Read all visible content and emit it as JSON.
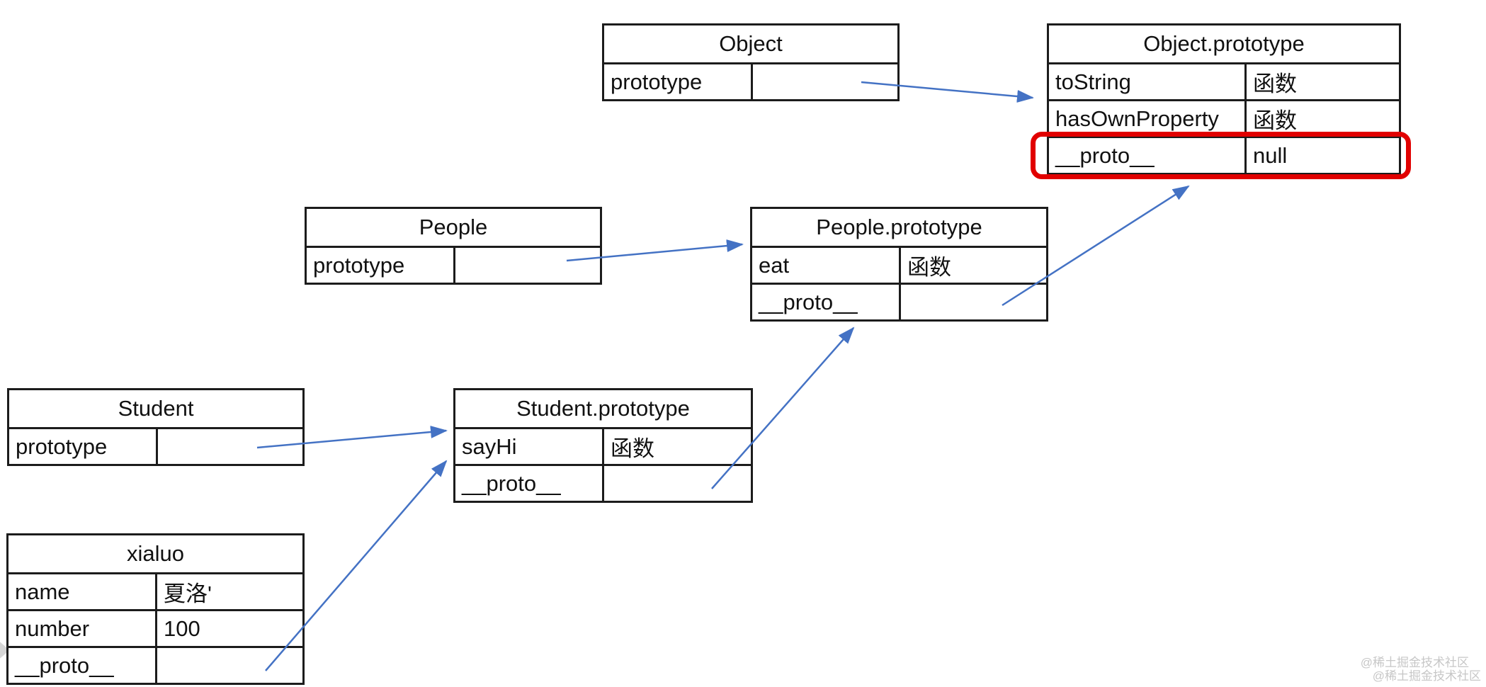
{
  "diagram": {
    "colors": {
      "arrow": "#4472c4",
      "highlight": "#e10000",
      "border": "#1c1c1c",
      "watermark": "#c7c7c7"
    },
    "tables": {
      "object": {
        "title": "Object",
        "rows": [
          {
            "key": "prototype",
            "value": ""
          }
        ]
      },
      "objectPrototype": {
        "title": "Object.prototype",
        "rows": [
          {
            "key": "toString",
            "value": "函数"
          },
          {
            "key": "hasOwnProperty",
            "value": "函数"
          },
          {
            "key": "__proto__",
            "value": "null"
          }
        ]
      },
      "people": {
        "title": "People",
        "rows": [
          {
            "key": "prototype",
            "value": ""
          }
        ]
      },
      "peoplePrototype": {
        "title": "People.prototype",
        "rows": [
          {
            "key": "eat",
            "value": "函数"
          },
          {
            "key": "__proto__",
            "value": ""
          }
        ]
      },
      "student": {
        "title": "Student",
        "rows": [
          {
            "key": "prototype",
            "value": ""
          }
        ]
      },
      "studentPrototype": {
        "title": "Student.prototype",
        "rows": [
          {
            "key": "sayHi",
            "value": "函数"
          },
          {
            "key": "__proto__",
            "value": ""
          }
        ]
      },
      "xialuo": {
        "title": "xialuo",
        "rows": [
          {
            "key": "name",
            "value": "夏洛'"
          },
          {
            "key": "number",
            "value": "100"
          },
          {
            "key": "__proto__",
            "value": ""
          }
        ]
      }
    },
    "edges": [
      {
        "from": "Object.prototype-cell",
        "to": "Object.prototype"
      },
      {
        "from": "People.prototype-cell",
        "to": "People.prototype"
      },
      {
        "from": "Student.prototype-cell",
        "to": "Student.prototype"
      },
      {
        "from": "xialuo.__proto__",
        "to": "Student.prototype"
      },
      {
        "from": "Student.prototype.__proto__",
        "to": "People.prototype"
      },
      {
        "from": "People.prototype.__proto__",
        "to": "Object.prototype.__proto__"
      }
    ],
    "watermark": {
      "line1": "@稀土掘金技术社区",
      "line2": "@稀土掘金技术社区"
    }
  }
}
